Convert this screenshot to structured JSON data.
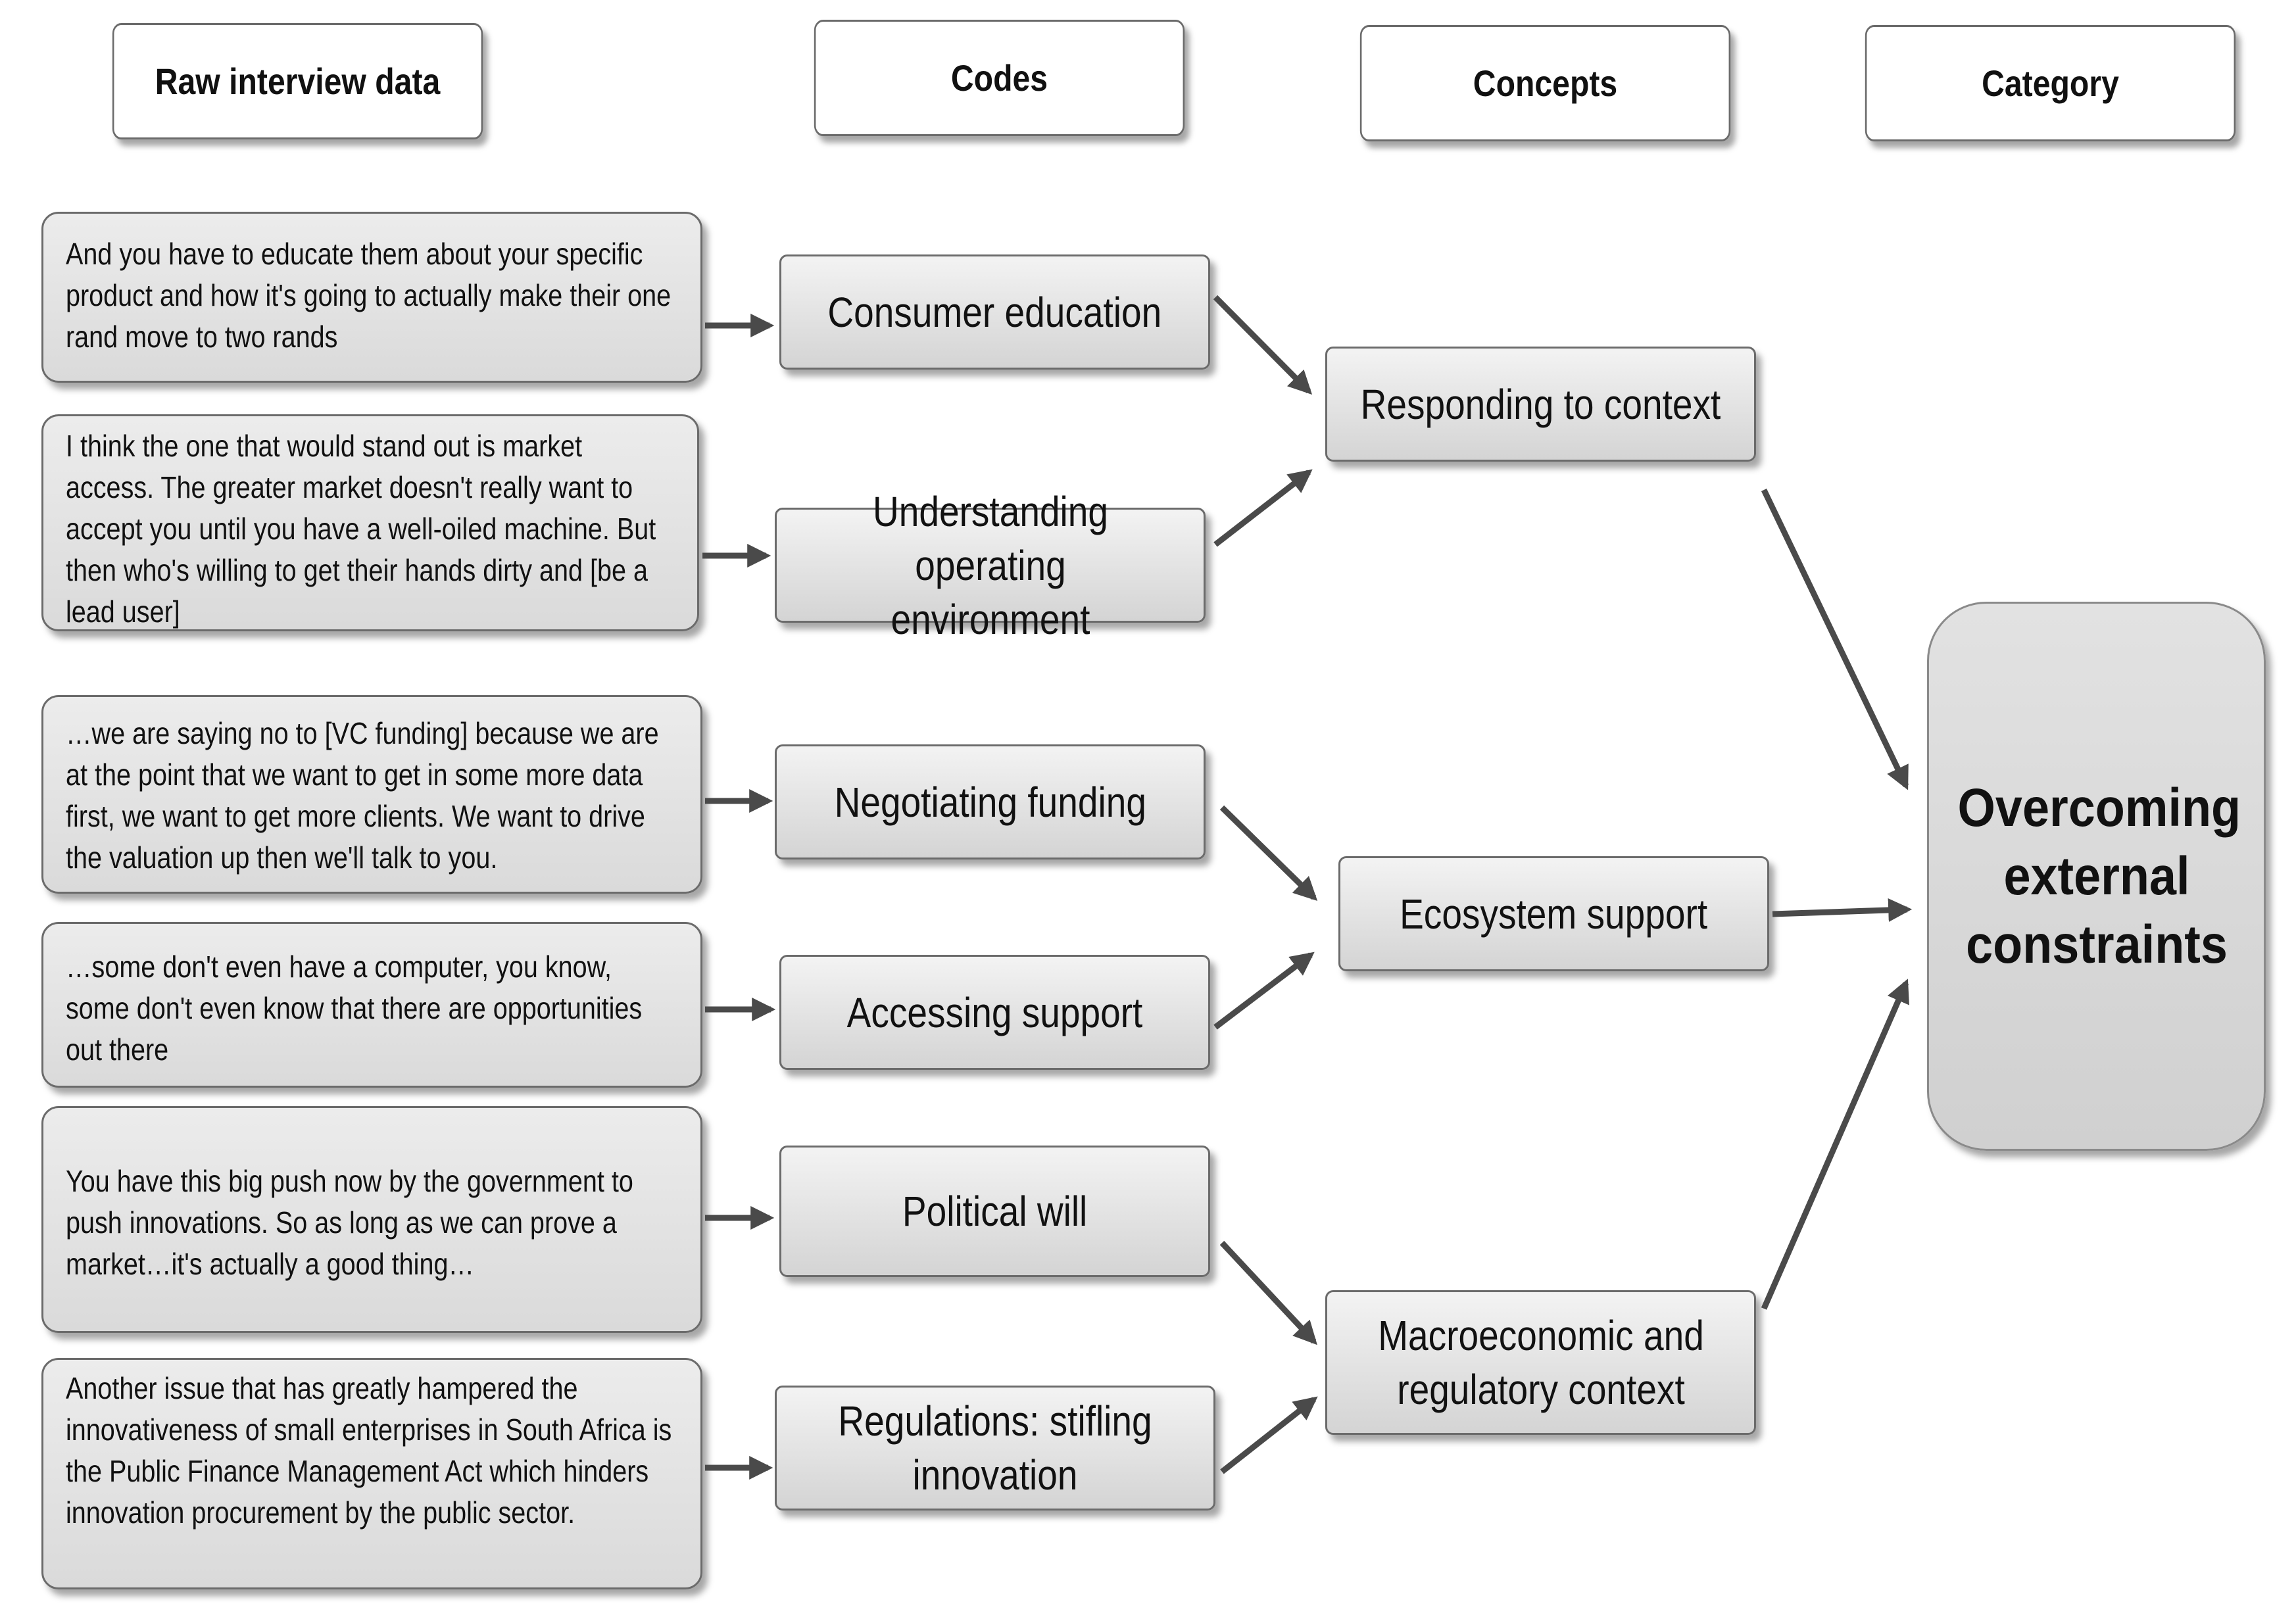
{
  "headers": {
    "raw": "Raw interview data",
    "codes": "Codes",
    "concepts": "Concepts",
    "category": "Category"
  },
  "quotes": [
    "And you have to educate them about your specific product and how it's going to actually make their one rand move to two rands",
    "I think the one that would stand out is market access. The greater market doesn't really want to accept you until you have a well-oiled machine. But then who's willing to get their hands dirty and [be a lead user]",
    "…we are saying no to [VC funding] because we are at the point that we want to get in some more data first, we want to get more clients. We want to drive the valuation up then we'll talk to you.",
    "…some don't even have a computer, you know, some don't even know that there are opportunities out there",
    "You have this big push now by the government to push innovations. So as long as we can prove a market…it's actually a good thing…",
    "Another issue that has greatly hampered the innovativeness of small enterprises in South Africa is the Public Finance Management Act which hinders innovation procurement by the public sector."
  ],
  "codes": [
    "Consumer education",
    "Understanding operating environment",
    "Negotiating funding",
    "Accessing support",
    "Political will",
    "Regulations: stifling innovation"
  ],
  "concepts": [
    "Responding to context",
    "Ecosystem support",
    "Macroeconomic and regulatory context"
  ],
  "category": "Overcoming external constraints"
}
